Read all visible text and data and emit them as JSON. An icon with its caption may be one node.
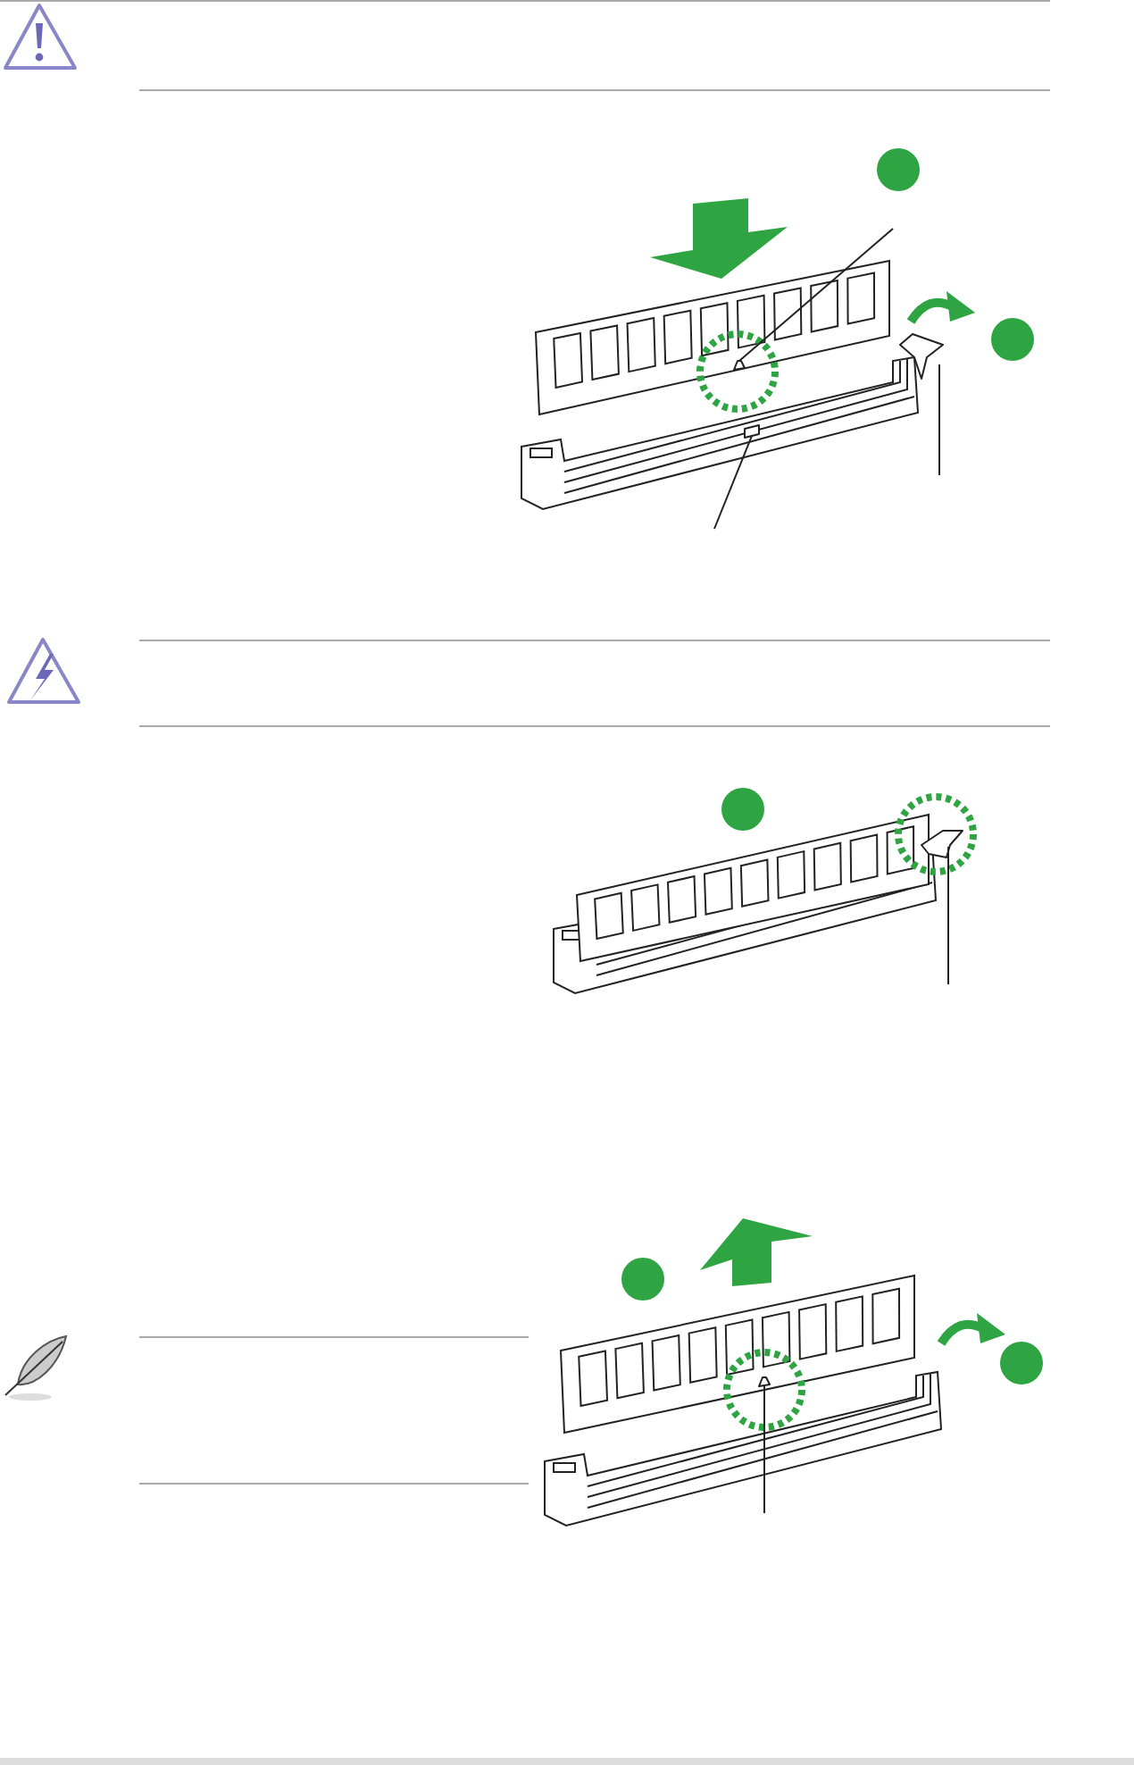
{
  "diagram": {
    "nodes": [
      {
        "text": [],
        "shape": "circle"
      },
      {
        "text": [],
        "shape": "circle"
      },
      {
        "text": [],
        "shape": "box"
      },
      {
        "text": [],
        "shape": "box"
      },
      {
        "text": [],
        "shape": "box"
      },
      {
        "text": [],
        "shape": "circle"
      },
      {
        "text": [],
        "shape": "box"
      },
      {
        "text": [],
        "shape": "circle"
      },
      {
        "text": [],
        "shape": "circle"
      },
      {
        "text": [],
        "shape": "box"
      }
    ],
    "edges": [
      {
        "from": null,
        "to": 2,
        "arrow": "none"
      },
      {
        "from": null,
        "to": 3,
        "arrow": "none"
      },
      {
        "from": null,
        "to": 4,
        "arrow": "none"
      },
      {
        "from": null,
        "to": 6,
        "arrow": "none"
      },
      {
        "from": null,
        "to": 9,
        "arrow": "none"
      }
    ]
  }
}
